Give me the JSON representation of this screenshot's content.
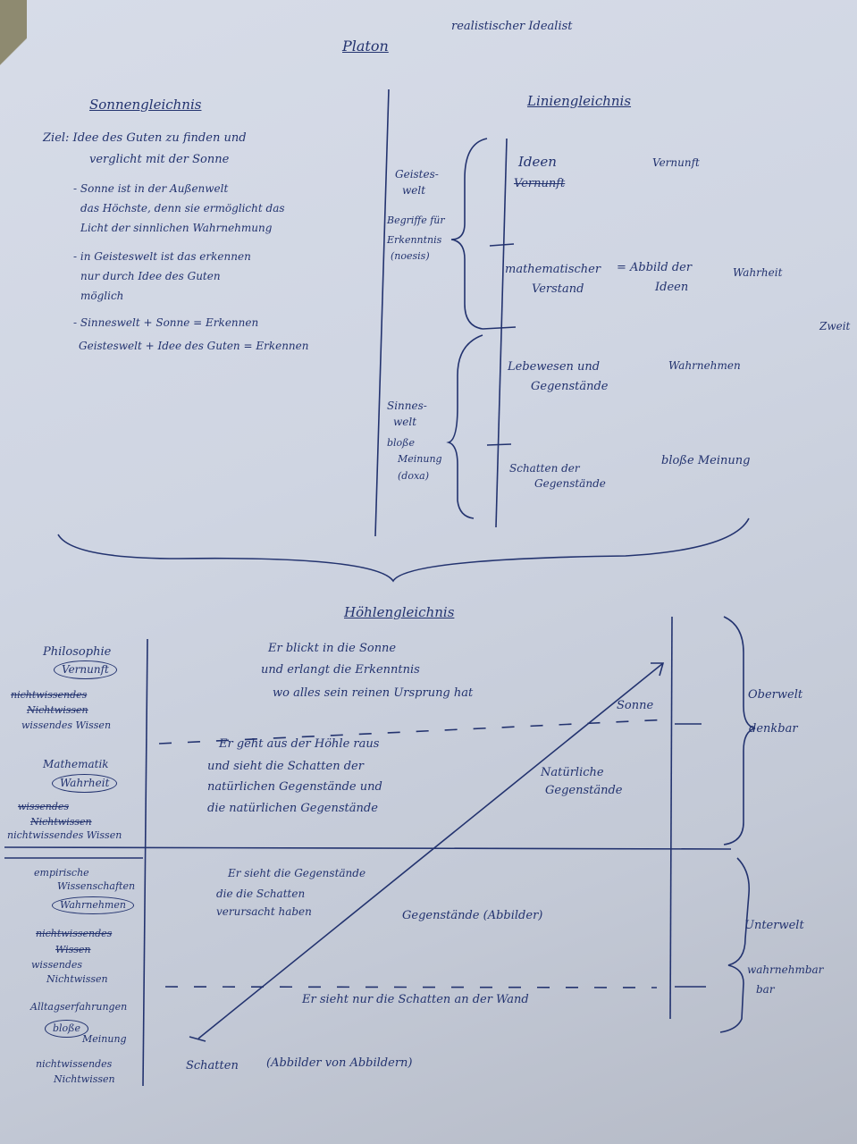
{
  "header": {
    "title": "Platon",
    "subtitle": "realistischer Idealist"
  },
  "sonne": {
    "heading": "Sonnengleichnis",
    "lines": [
      "Ziel: Idee des Guten zu finden und",
      "verglicht mit der Sonne",
      "- Sonne ist in der Außenwelt",
      "das Höchste, denn sie ermöglicht das",
      "Licht der sinnlichen Wahrnehmung",
      "- in Geisteswelt ist das erkennen",
      "nur durch Idee des Guten",
      "möglich",
      "- Sinneswelt + Sonne = Erkennen",
      "Geisteswelt + Idee des Guten = Erkennen"
    ]
  },
  "linie": {
    "heading": "Liniengleichnis",
    "left": [
      "Geistes-",
      "welt",
      "Begriffe für",
      "Erkenntnis",
      "(noesis)",
      "Sinnes-",
      "welt",
      "bloße",
      "Meinung",
      "(doxa)"
    ],
    "ideen": "Ideen",
    "vernunft_struck": "Vernunft",
    "vernunft": "Vernunft",
    "mathe1": "mathematischer",
    "mathe2": "Verstand",
    "abbild1": "= Abbild der",
    "abbild2": "Ideen",
    "wahrheit": "Wahrheit",
    "lebewesen1": "Lebewesen und",
    "lebewesen2": "Gegenstände",
    "wahrnehmen": "Wahrnehmen",
    "schatten1": "Schatten der",
    "schatten2": "Gegenstände",
    "meinung": "bloße Meinung",
    "edge": "Zweit"
  },
  "hoehle": {
    "heading": "Höhlengleichnis",
    "left": {
      "philosophie": "Philosophie",
      "vernunft": "Vernunft",
      "nicht_struck1": "nichtwissendes",
      "nicht_struck2": "Nichtwissen",
      "wissendes_wissen": "wissendes Wissen",
      "mathematik": "Mathematik",
      "wahrheit": "Wahrheit",
      "struck3": "wissendes",
      "struck4": "Nichtwissen",
      "nichtwissendes_wissen": "nichtwissendes Wissen",
      "empirische": "empirische",
      "wissenschaften": "Wissenschaften",
      "wahrnehmen": "Wahrnehmen",
      "struck5": "nichtwissendes",
      "struck6": "Wissen",
      "wissendes": "wissendes",
      "nichtwissen": "Nichtwissen",
      "alltag": "Alltagserfahrungen",
      "blosse": "bloße",
      "meinung": "Meinung",
      "nichtwissendes2": "nichtwissendes",
      "nichtwissen2": "Nichtwissen"
    },
    "center": {
      "blickt1": "Er blickt in die Sonne",
      "blickt2": "und erlangt die Erkenntnis",
      "blickt3": "wo alles sein reinen Ursprung hat",
      "sonne": "Sonne",
      "geht1": "Er geht aus der Höhle raus",
      "geht2": "und sieht die Schatten der",
      "geht3": "natürlichen Gegenstände und",
      "geht4": "die natürlichen Gegenstände",
      "natur1": "Natürliche",
      "natur2": "Gegenstände",
      "sieht1": "Er sieht die Gegenstände",
      "sieht2": "die die Schatten",
      "sieht3": "verursacht haben",
      "gegenstaende": "Gegenstände (Abbilder)",
      "wand": "Er sieht nur die Schatten an der Wand",
      "schatten": "Schatten",
      "abbilder": "(Abbilder von Abbildern)"
    },
    "right": {
      "oberwelt": "Oberwelt",
      "denkbar": "denkbar",
      "unterwelt": "Unterwelt",
      "wahrnehm1": "wahrnehmbar",
      "wahrnehm2": "bar"
    }
  }
}
